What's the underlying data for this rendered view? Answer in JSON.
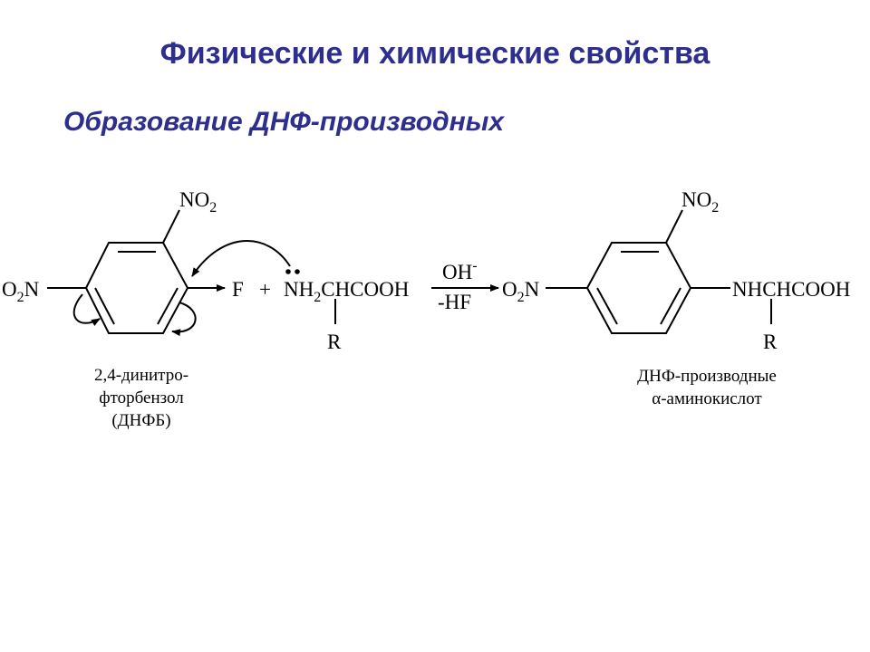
{
  "slide": {
    "title": "Физические и химические свойства",
    "subtitle": "Образование ДНФ-производных"
  },
  "reactant": {
    "no2_top": "NO2",
    "o2n_left": "O2N",
    "leaving_group": "F",
    "plus": "+",
    "amino_acid": "NH2CHCOOH",
    "side_chain": "R",
    "caption": [
      "2,4-динитро-",
      "фторбензол",
      "(ДНФБ)"
    ]
  },
  "conditions": {
    "above": "OH-",
    "below": "-HF"
  },
  "product": {
    "no2_top": "NO2",
    "o2n_left": "O2N",
    "substituent": "NHCHCOOH",
    "side_chain": "R",
    "caption": [
      "ДНФ-производные",
      "α-аминокислот"
    ]
  },
  "colors": {
    "title": "#2e2e8f",
    "text": "#000000"
  }
}
